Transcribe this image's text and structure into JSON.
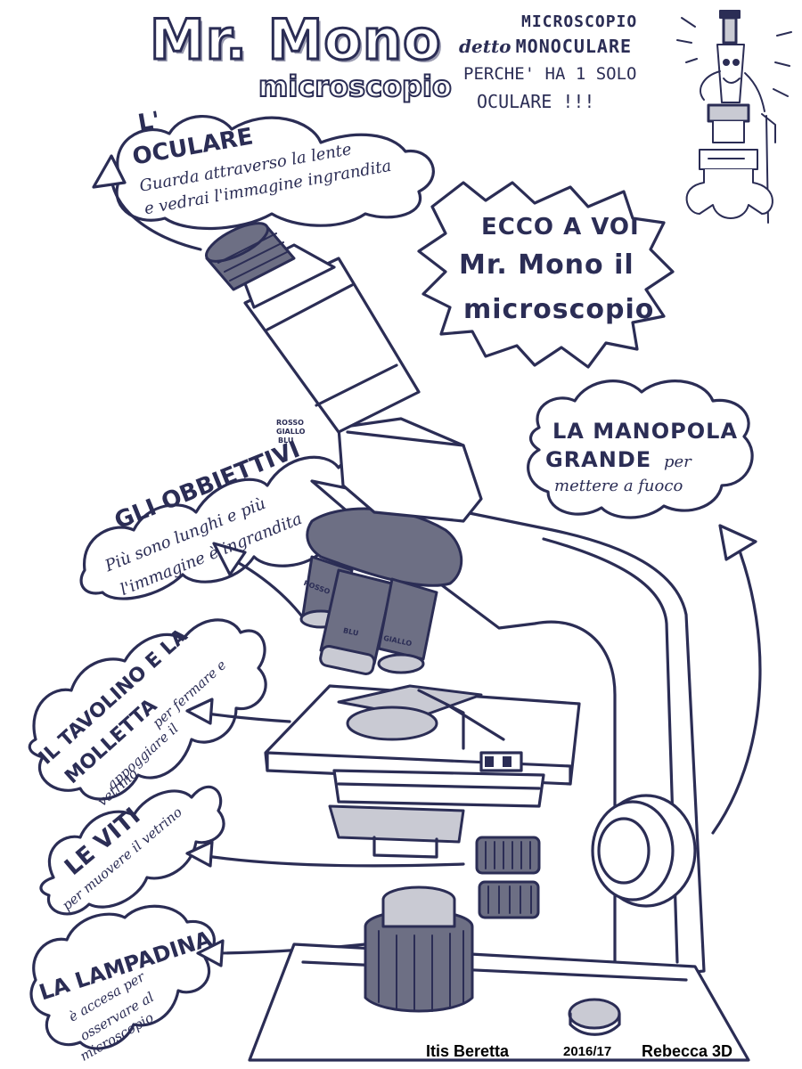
{
  "title": {
    "main": "Mr. Mono",
    "sub": "microscopio"
  },
  "intro_note": {
    "line1": "MICROSCOPIO",
    "line2_prefix": "detto",
    "line2": "MONOCULARE",
    "line3": "PERCHE' HA 1 SOLO",
    "line4": "OCULARE !!!"
  },
  "speech_bubble": {
    "line1": "ECCO A VOI",
    "line2": "Mr. Mono il",
    "line3": "microscopio"
  },
  "labels": {
    "oculare": {
      "title_line1": "L'",
      "title_line2": "OCULARE",
      "desc_line1": "Guarda attraverso la lente",
      "desc_line2": "e vedrai l'immagine ingrandita"
    },
    "obbiettivi": {
      "title": "GLI OBBIETTIVI",
      "colors_line1": "ROSSO",
      "colors_line2": "GIALLO",
      "colors_line3": "BLU",
      "desc_line1": "Più sono lunghi e più",
      "desc_line2": "l'immagine è ingrandita"
    },
    "tavolino": {
      "title_line1": "IL TAVOLINO E LA",
      "title_line2": "MOLLETTA",
      "desc_line1": "per fermare e",
      "desc_line2": "appoggiare il",
      "desc_line3": "vetrino"
    },
    "viti": {
      "title": "LE VITI",
      "desc": "per muovere il vetrino"
    },
    "lampadina": {
      "title": "LA LAMPADINA",
      "desc_line1": "è accesa per",
      "desc_line2": "osservare al",
      "desc_line3": "microscopio"
    },
    "manopola": {
      "title_line1": "LA MANOPOLA",
      "title_line2": "GRANDE",
      "desc_line1": "per",
      "desc_line2": "mettere a fuoco"
    }
  },
  "objective_labels": {
    "rosso": "ROSSO",
    "blu": "BLU",
    "giallo": "GIALLO"
  },
  "footer": {
    "school": "Itis Beretta",
    "year": "2016/17",
    "author": "Rebecca 3D"
  },
  "colors": {
    "ink": "#2b2d55",
    "shade": "#c9cad3",
    "dark_shade": "#6d6f84"
  }
}
